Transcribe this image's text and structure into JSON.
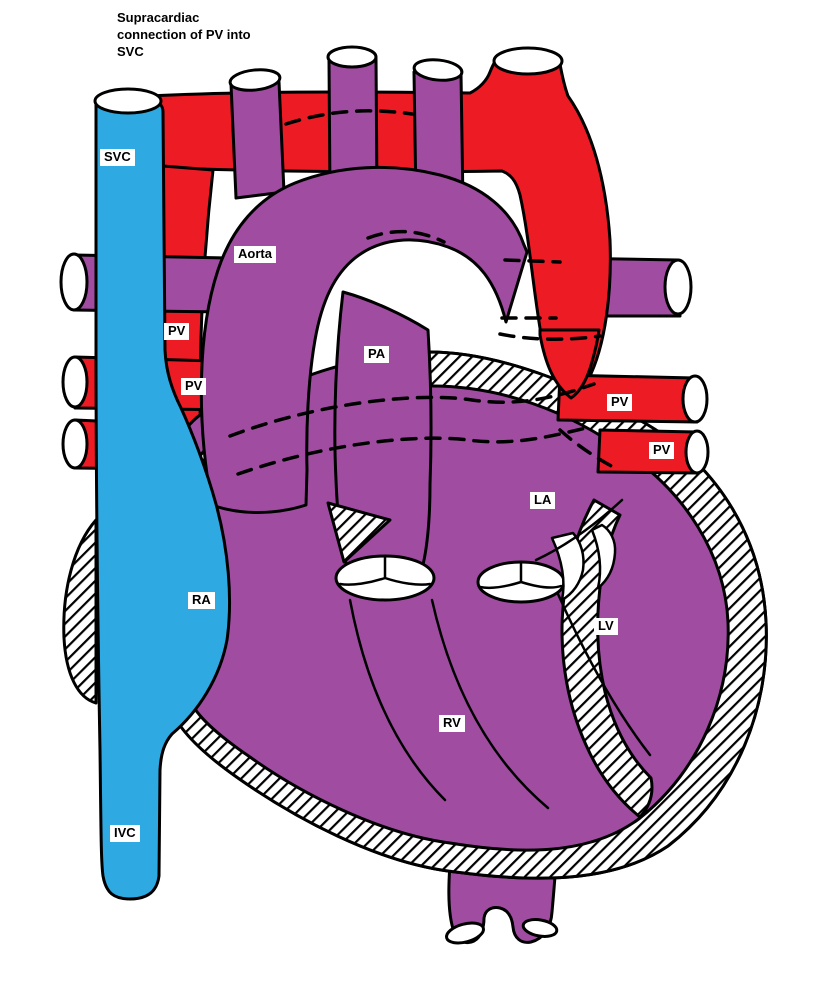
{
  "diagram": {
    "title": "Supracardiac connection of PV into SVC",
    "labels": [
      {
        "id": "svc",
        "text": "SVC"
      },
      {
        "id": "aorta",
        "text": "Aorta"
      },
      {
        "id": "pv-vertical",
        "text": "PV"
      },
      {
        "id": "pv-left",
        "text": "PV"
      },
      {
        "id": "pa",
        "text": "PA"
      },
      {
        "id": "pv-right-upper",
        "text": "PV"
      },
      {
        "id": "pv-right-lower",
        "text": "PV"
      },
      {
        "id": "la",
        "text": "LA"
      },
      {
        "id": "ra",
        "text": "RA"
      },
      {
        "id": "lv",
        "text": "LV"
      },
      {
        "id": "rv",
        "text": "RV"
      },
      {
        "id": "ivc",
        "text": "IVC"
      }
    ],
    "colors": {
      "venous_blue": "#2FA9E1",
      "arterial_red": "#EC1B24",
      "mixed_purple": "#A04DA1",
      "outline_black": "#000000",
      "background_white": "#FFFFFF"
    }
  }
}
